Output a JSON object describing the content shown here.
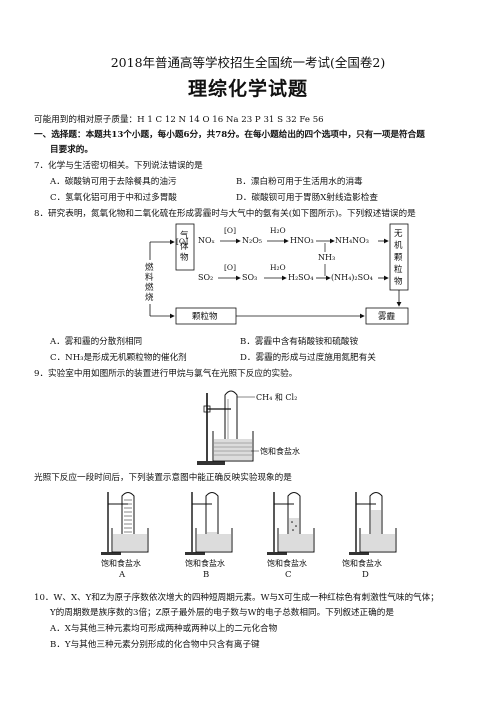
{
  "header": {
    "exam_title": "2018年普通高等学校招生全国统一考试(全国卷2)",
    "subject_title": "理综化学试题"
  },
  "atomic_masses": "可能用到的相对原子质量：H 1    C 12    N 14    O 16    Na 23    P 31    S 32    Fe 56",
  "section1": {
    "heading_line1": "一、选择题：本题共13个小题，每小题6分，共78分。在每小题给出的四个选项中，只有一项是符合题",
    "heading_line2": "目要求的。"
  },
  "q7": {
    "stem": "7．化学与生活密切相关。下列说法错误的是",
    "A": "A．碳酸钠可用于去除餐具的油污",
    "B": "B．漂白粉可用于生活用水的消毒",
    "C": "C．氢氧化铝可用于中和过多胃酸",
    "D": "D．碳酸钡可用于胃肠X射线造影检查"
  },
  "q8": {
    "stem": "8．研究表明，氮氧化物和二氧化硫在形成雾霾时与大气中的氨有关(如下图所示)。下列叙述错误的是",
    "diagram": {
      "fuel_label": [
        "燃",
        "料",
        "燃",
        "烧"
      ],
      "gas_box": [
        "气",
        "体",
        "物"
      ],
      "inorganic_box": [
        "无",
        "机",
        "颗",
        "粒",
        "物"
      ],
      "oxidizer1": "[O]",
      "oxidizer2": "[O]",
      "water1": "H₂O",
      "water2": "H₂O",
      "row1": [
        "NOₓ",
        "N₂O₅",
        "HNO₃",
        "NH₄NO₃"
      ],
      "ammonia": "NH₃",
      "row2": [
        "SO₂",
        "SO₃",
        "H₂SO₄",
        "(NH₄)₂SO₄"
      ],
      "particle_box": "颗粒物",
      "haze_box": "雾霾"
    },
    "A": "A．雾和霾的分散剂相同",
    "B": "B．雾霾中含有硝酸铵和硫酸铵",
    "C": "C．NH₃是形成无机颗粒物的催化剂",
    "D": "D．雾霾的形成与过度施用氮肥有关"
  },
  "q9": {
    "stem": "9．实验室中用如图所示的装置进行甲烷与氯气在光照下反应的实验。",
    "gas_label": "CH₄ 和 Cl₂",
    "solution_label": "饱和食盐水",
    "prompt": "光照下反应一段时间后，下列装置示意图中能正确反映实验现象的是",
    "options": [
      {
        "label": "饱和食盐水",
        "letter": "A"
      },
      {
        "label": "饱和食盐水",
        "letter": "B"
      },
      {
        "label": "饱和食盐水",
        "letter": "C"
      },
      {
        "label": "饱和食盐水",
        "letter": "D"
      }
    ]
  },
  "q10": {
    "stem_line1": "10．W、X、Y和Z为原子序数依次增大的四种短周期元素。W与X可生成一种红棕色有刺激性气味的气体；",
    "stem_line2": "Y的周期数是族序数的3倍；Z原子最外层的电子数与W的电子总数相同。下列叙述正确的是",
    "A": "A．X与其他三种元素均可形成两种或两种以上的二元化合物",
    "B": "B．Y与其他三种元素分别形成的化合物中只含有离子键"
  }
}
